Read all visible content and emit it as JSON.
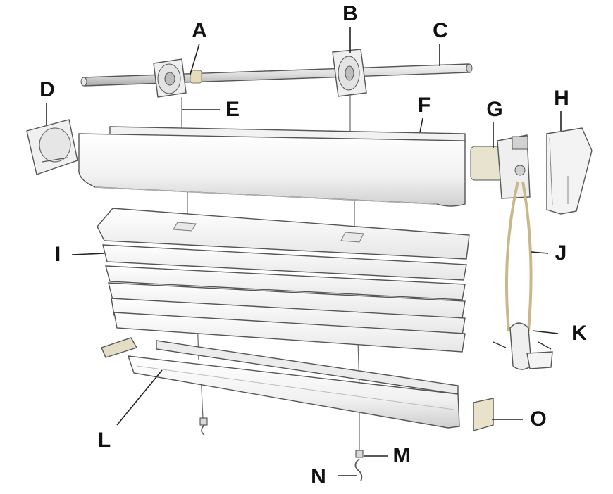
{
  "labels": {
    "a": "A",
    "b": "B",
    "c": "C",
    "d": "D",
    "e": "E",
    "f": "F",
    "g": "G",
    "h": "H",
    "i": "I",
    "j": "J",
    "k": "K",
    "l": "L",
    "m": "M",
    "n": "N",
    "o": "O"
  },
  "colors": {
    "line": "#222222",
    "part_fill": "#f4f4f4",
    "part_shade": "#d9d9d9",
    "cord": "#c9b98a"
  }
}
